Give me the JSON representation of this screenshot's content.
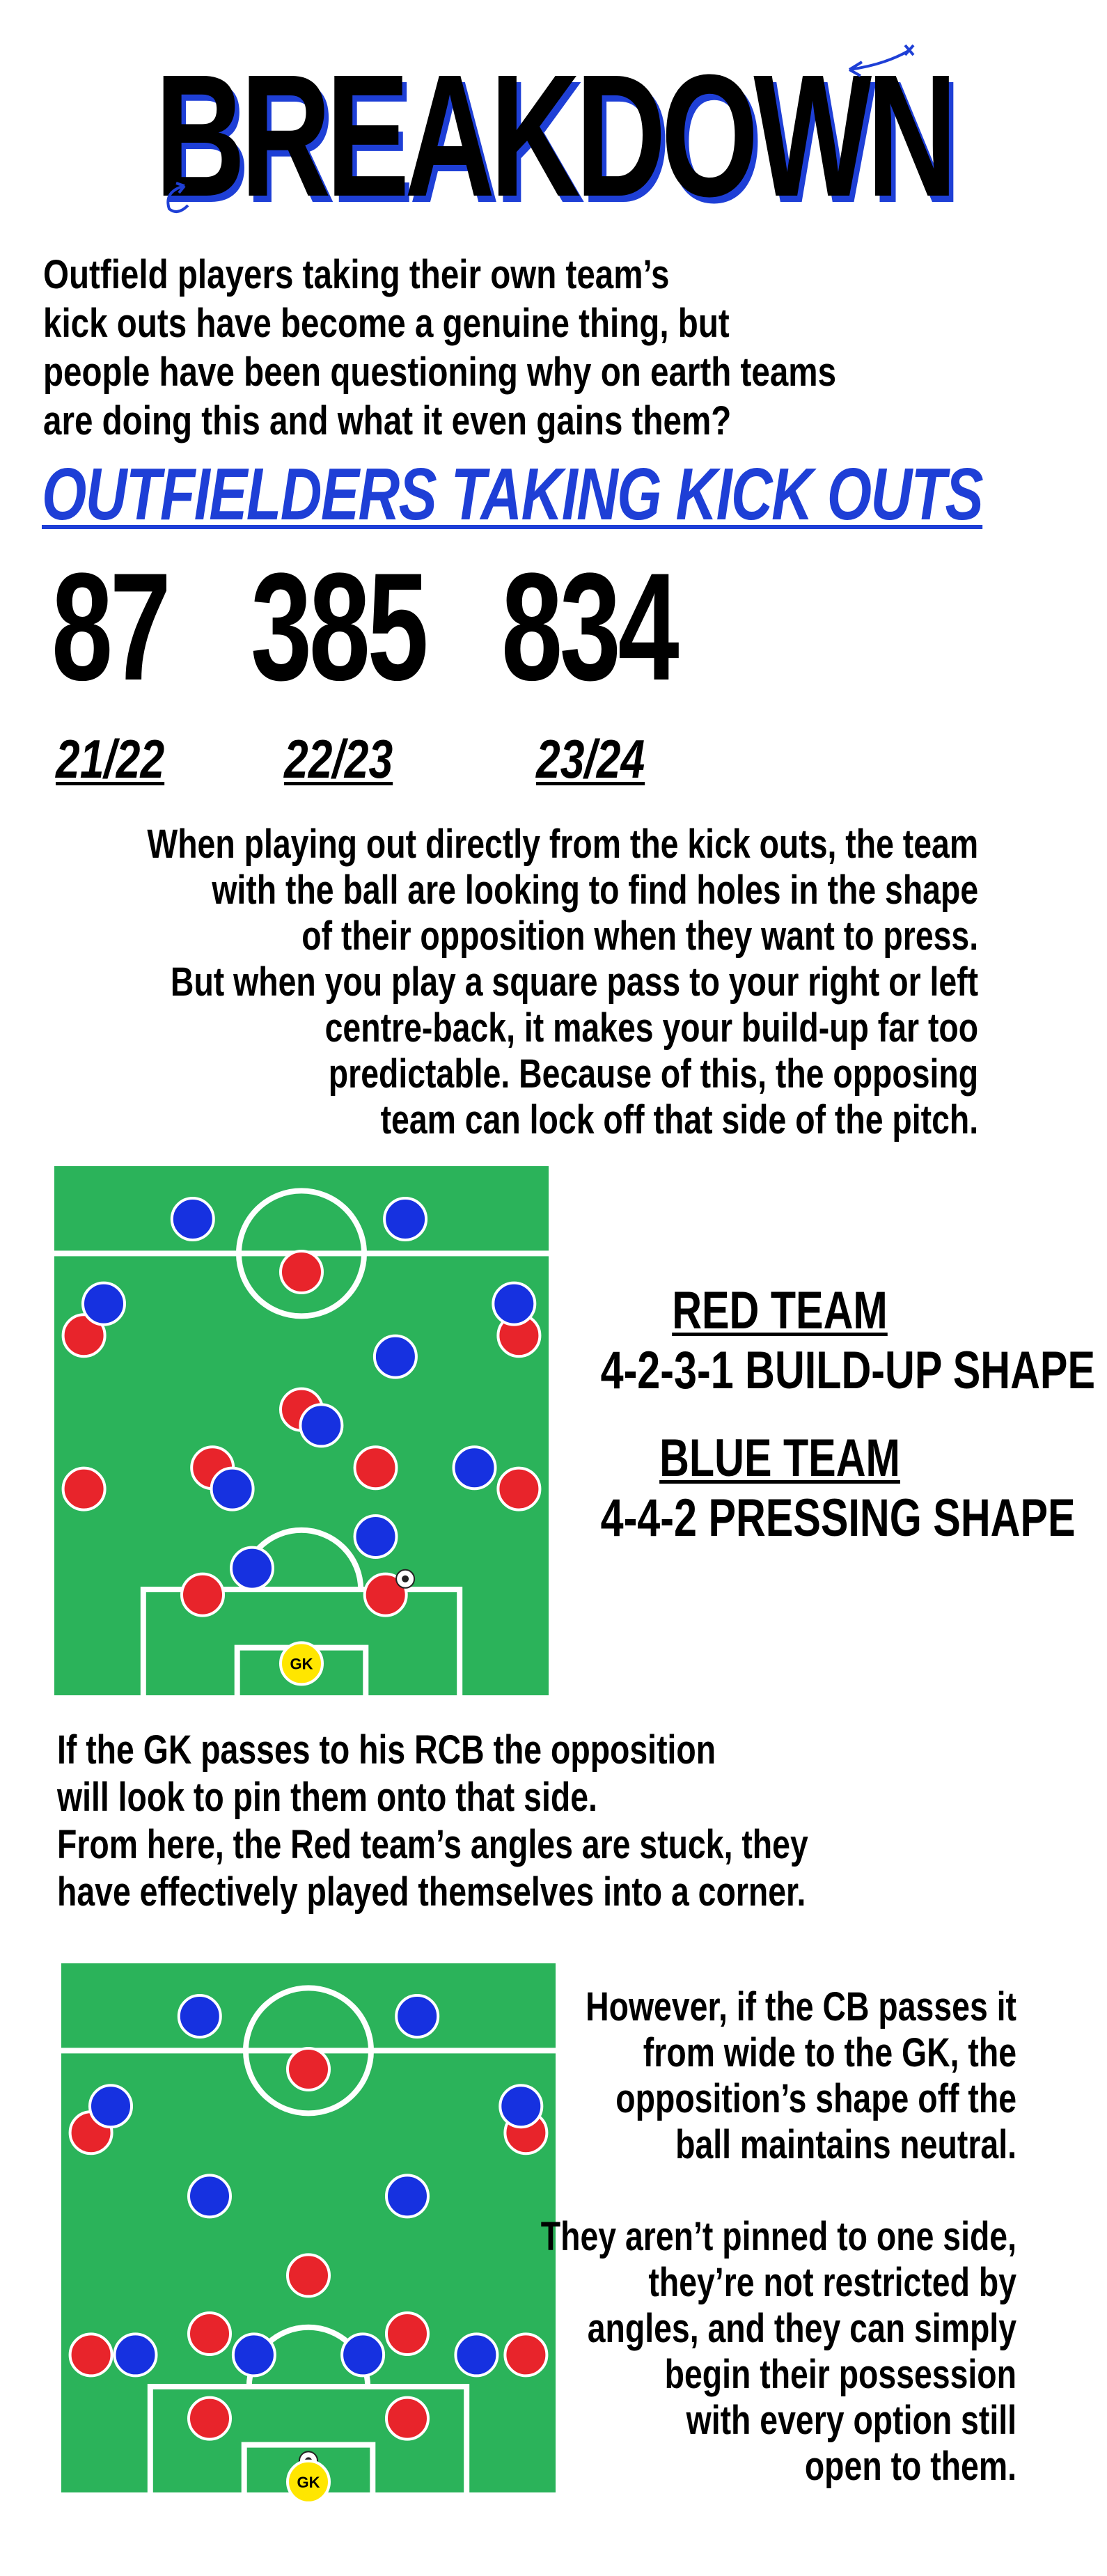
{
  "title": "BREAKDOWN",
  "intro": [
    "Outfield players taking their own team’s",
    "kick outs have become a genuine thing, but",
    "people  have been questioning why on earth teams",
    "are doing this and what it even gains them?"
  ],
  "subtitle": "OUTFIELDERS TAKING KICK OUTS",
  "stats": [
    {
      "value": "87",
      "season": "21/22"
    },
    {
      "value": "385",
      "season": "22/23"
    },
    {
      "value": "834",
      "season": "23/24"
    }
  ],
  "para1": [
    "When playing out directly from the kick outs, the team",
    "with the ball are looking to find holes in the shape",
    "of their opposition when they want to press.",
    "But when you play a square pass to your right or left",
    "centre-back, it makes your build-up far too",
    "predictable. Because of this, the opposing",
    "team can lock off that side of the pitch."
  ],
  "legend": {
    "red_title": "RED TEAM",
    "red_shape": "4-2-3-1 BUILD-UP SHAPE",
    "blue_title": "BLUE TEAM",
    "blue_shape": "4-4-2 PRESSING SHAPE"
  },
  "para2": [
    "If the GK passes to his RCB the opposition",
    "will look to pin them onto that side.",
    "From here, the Red team’s angles are stuck, they",
    "have effectively played themselves into a corner."
  ],
  "para3": [
    "However, if the CB passes it",
    "from wide to the GK, the",
    "opposition’s shape off the",
    "ball maintains neutral.",
    "",
    "They aren’t pinned to one side,",
    "they’re not restricted by",
    "angles, and they can simply",
    "begin their possession",
    "with every option still",
    "open to them."
  ],
  "gk_label": "GK",
  "colors": {
    "accent_blue": "#1e3fd6",
    "pitch_green": "#2bb35a",
    "red_player": "#e8242b",
    "blue_player": "#1631e0",
    "gk_yellow": "#ffe600"
  },
  "pitch1": {
    "red": [
      [
        0.5,
        0.2
      ],
      [
        0.06,
        0.32
      ],
      [
        0.94,
        0.32
      ],
      [
        0.5,
        0.46
      ],
      [
        0.32,
        0.57
      ],
      [
        0.65,
        0.57
      ],
      [
        0.06,
        0.61
      ],
      [
        0.94,
        0.61
      ],
      [
        0.3,
        0.81
      ],
      [
        0.67,
        0.81
      ]
    ],
    "blue": [
      [
        0.28,
        0.1
      ],
      [
        0.71,
        0.1
      ],
      [
        0.1,
        0.26
      ],
      [
        0.93,
        0.26
      ],
      [
        0.69,
        0.36
      ],
      [
        0.54,
        0.49
      ],
      [
        0.36,
        0.61
      ],
      [
        0.85,
        0.57
      ],
      [
        0.65,
        0.7
      ],
      [
        0.4,
        0.76
      ]
    ],
    "ball": [
      0.71,
      0.78
    ],
    "gk": [
      0.5,
      0.94
    ]
  },
  "pitch2": {
    "red": [
      [
        0.5,
        0.2
      ],
      [
        0.06,
        0.32
      ],
      [
        0.94,
        0.32
      ],
      [
        0.5,
        0.59
      ],
      [
        0.3,
        0.7
      ],
      [
        0.7,
        0.7
      ],
      [
        0.06,
        0.74
      ],
      [
        0.94,
        0.74
      ],
      [
        0.3,
        0.86
      ],
      [
        0.7,
        0.86
      ]
    ],
    "blue": [
      [
        0.28,
        0.1
      ],
      [
        0.72,
        0.1
      ],
      [
        0.1,
        0.27
      ],
      [
        0.93,
        0.27
      ],
      [
        0.3,
        0.44
      ],
      [
        0.7,
        0.44
      ],
      [
        0.15,
        0.74
      ],
      [
        0.39,
        0.74
      ],
      [
        0.61,
        0.74
      ],
      [
        0.84,
        0.74
      ]
    ],
    "ball": [
      0.5,
      0.94
    ],
    "gk": [
      0.5,
      0.98
    ]
  }
}
